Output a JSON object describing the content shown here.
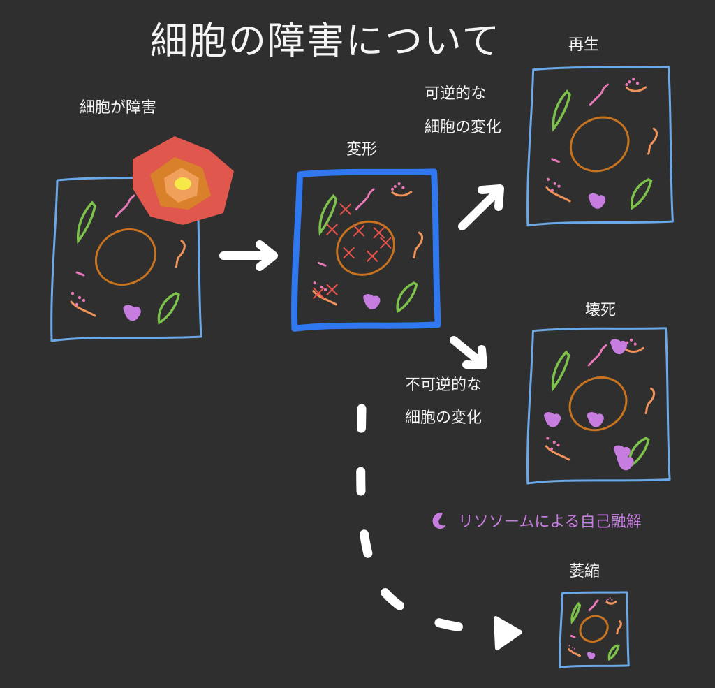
{
  "title": "細胞の障害について",
  "labels": {
    "injury": "細胞が障害",
    "deformation": "変形",
    "reversible_line1": "可逆的な",
    "reversible_line2": "細胞の変化",
    "regeneration": "再生",
    "necrosis": "壊死",
    "irreversible_line1": "不可逆的な",
    "irreversible_line2": "細胞の変化",
    "atrophy": "萎縮"
  },
  "legend": {
    "text": "リソソームによる自己融解",
    "color": "#c77de0"
  },
  "colors": {
    "background": "#2f2f2f",
    "cell_border": "#6aa8e8",
    "damaged_border": "#2f78f0",
    "nucleus": "#c8731f",
    "mitochondria": "#7dc24a",
    "squiggle_pink": "#e878b8",
    "squiggle_orange": "#f0935a",
    "lysosome": "#c77de0",
    "damage_red": "#e0574e",
    "damage_orange": "#d9812a",
    "damage_yellow": "#f7e84a"
  }
}
